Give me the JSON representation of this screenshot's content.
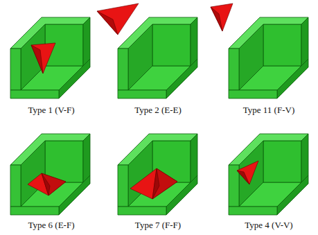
{
  "diagram": {
    "labels": [
      "Type 1 (V-F)",
      "Type 2 (E-E)",
      "Type 11 (F-V)",
      "Type 6 (E-F)",
      "Type 7 (F-F)",
      "Type 4 (V-V)"
    ]
  }
}
